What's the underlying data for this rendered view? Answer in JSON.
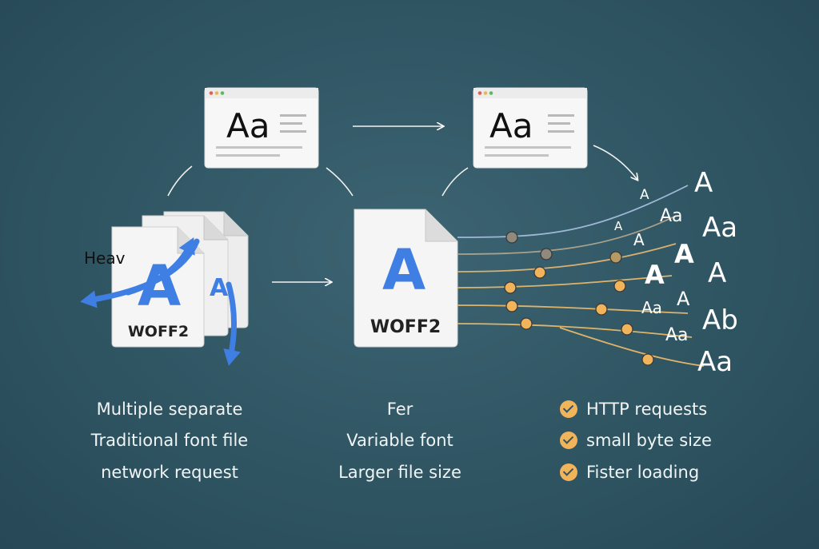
{
  "colors": {
    "background": "#2f5563",
    "accent_blue": "#3f7fe3",
    "dot_orange": "#f2b45a",
    "dot_gray": "#8f8a7c",
    "line_blue": "#9fb8d6"
  },
  "windows": {
    "left_sample": "Aa",
    "right_sample": "Aa"
  },
  "left_files": {
    "label": "WOFF2",
    "glyph": "A",
    "side_label": "Heav"
  },
  "center_file": {
    "label": "WOFF2",
    "glyph": "A"
  },
  "captions": {
    "left": [
      "Multiple separate",
      "Traditional font file",
      "network request"
    ],
    "center": [
      "Fer",
      "Variable font",
      "Larger file size"
    ],
    "right": [
      "HTTP requests",
      "small byte size",
      "Fister loading"
    ]
  },
  "output_glyphs": [
    "A",
    "A",
    "Aa",
    "Aa",
    "A",
    "A",
    "A",
    "A",
    "A",
    "Aa",
    "A",
    "Ab",
    "Aa",
    "Aa"
  ],
  "icons": [
    "browser-window-icon",
    "file-stack-icon",
    "variable-font-file-icon",
    "check-icon",
    "arrow-icon"
  ]
}
